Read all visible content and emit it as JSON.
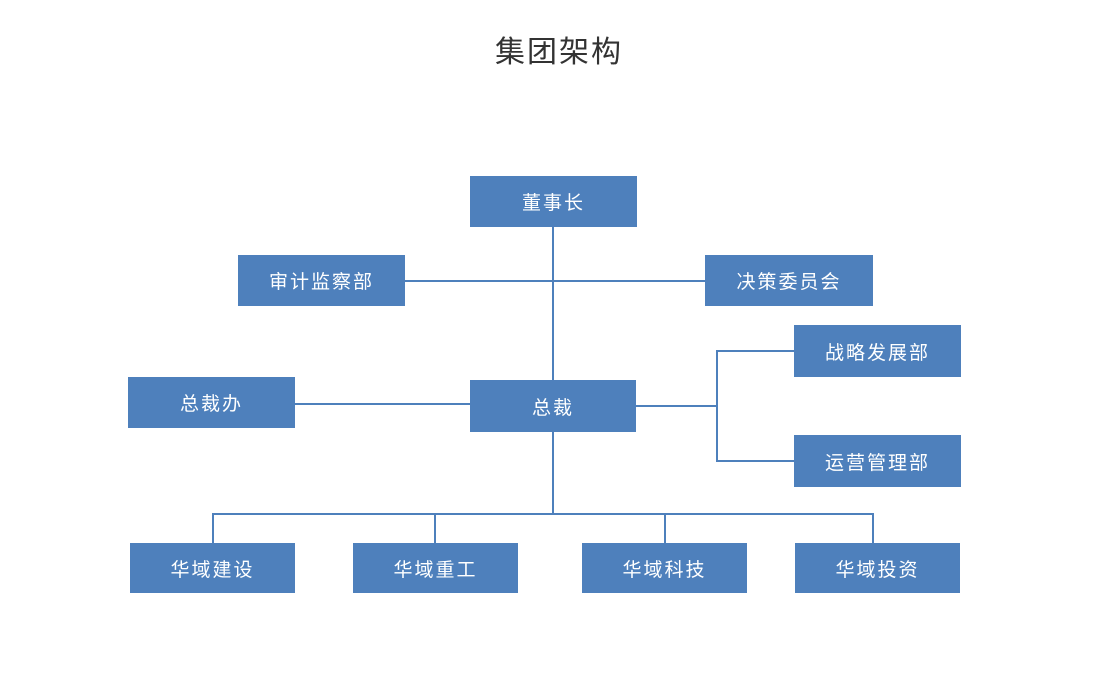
{
  "title": "集团架构",
  "colors": {
    "node_fill": "#4E80BC",
    "connector_line": "#4E80BC",
    "node_text": "#FFFFFF",
    "title_text": "#333333",
    "background": "#FFFFFF"
  },
  "org": {
    "chairman": {
      "label": "董事长"
    },
    "audit_dept": {
      "label": "审计监察部"
    },
    "decision_committee": {
      "label": "决策委员会"
    },
    "president_office": {
      "label": "总裁办"
    },
    "president": {
      "label": "总裁"
    },
    "strategy_dept": {
      "label": "战略发展部"
    },
    "operations_dept": {
      "label": "运营管理部"
    },
    "subsidiaries": [
      {
        "label": "华域建设"
      },
      {
        "label": "华域重工"
      },
      {
        "label": "华域科技"
      },
      {
        "label": "华域投资"
      }
    ]
  }
}
